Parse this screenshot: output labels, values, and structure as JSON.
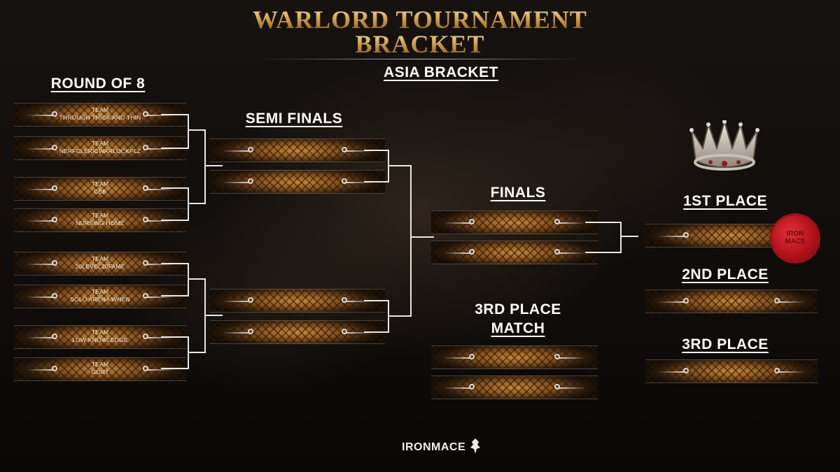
{
  "header": {
    "title_line1": "WARLORD TOURNAMENT",
    "title_line2": "BRACKET",
    "region": "ASIA BRACKET"
  },
  "rounds": {
    "round_of_8": "ROUND OF 8",
    "semi_finals": "SEMI FINALS",
    "finals": "FINALS",
    "third_place_match_line1": "3RD PLACE",
    "third_place_match_line2": "MATCH",
    "first_place": "1ST PLACE",
    "second_place": "2ND PLACE",
    "third_place": "3RD PLACE"
  },
  "teams": [
    {
      "prefix": "TEAM",
      "name": "THROUGH THICK AND THIN"
    },
    {
      "prefix": "TEAM",
      "name": "NERFCLERICWARLOCKPLZ"
    },
    {
      "prefix": "TEAM",
      "name": "CBB"
    },
    {
      "prefix": "TEAM",
      "name": "NURSING HOME"
    },
    {
      "prefix": "TEAM",
      "name": "20LEVEL20FAME"
    },
    {
      "prefix": "TEAM",
      "name": "SOLO ARENA WHEN"
    },
    {
      "prefix": "TEAM",
      "name": "LOW KNOWLEDGE"
    },
    {
      "prefix": "TEAM",
      "name": "GORT"
    }
  ],
  "seal": {
    "line1": "IRON",
    "line2": "MACE"
  },
  "logo": {
    "text": "IRONMACE"
  },
  "icons": {
    "crown": "crown-icon",
    "seal": "wax-seal-icon",
    "logo": "ironmace-logo-icon"
  },
  "colors": {
    "accent_gold": "#d7a54a",
    "slot_orange": "#c98a3a",
    "seal_red": "#b3121c",
    "line": "#e8e8e8"
  }
}
